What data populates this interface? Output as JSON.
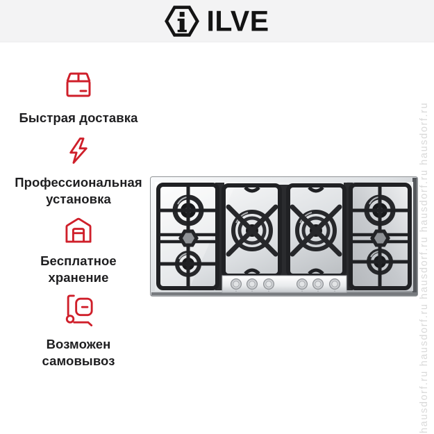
{
  "header": {
    "brand": "ILVE"
  },
  "features": [
    {
      "icon": "package-icon",
      "label": "Быстрая доставка"
    },
    {
      "icon": "lightning-icon",
      "label": "Профессиональная\nустановка"
    },
    {
      "icon": "warehouse-icon",
      "label": "Бесплатное\nхранение"
    },
    {
      "icon": "hand-truck-icon",
      "label": "Возможен\nсамовывоз"
    }
  ],
  "product": {
    "kind": "gas-cooktop-stainless",
    "burners": 6,
    "knobs": 6
  },
  "watermark": {
    "text": "hausdorf.ru",
    "column": "hausdorf.ru  hausdorf.ru  hausdorf.ru  hausdorf.ru  hausdorf.ru"
  },
  "colors": {
    "accent": "#cf1f2a",
    "header_bg": "#f3f3f4",
    "text": "#1e1e20",
    "watermark": "#d9d9d9"
  }
}
